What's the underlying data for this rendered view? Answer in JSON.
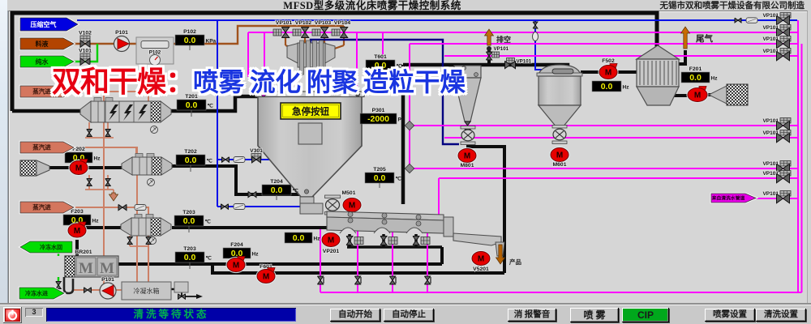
{
  "header": {
    "title": "MFSD型多级流化床喷雾干燥控制系统",
    "company": "无锡市双和喷雾干燥设备有限公司制造"
  },
  "watermark": {
    "red": "双和干燥：",
    "blue": "喷雾 流化 附聚 造粒干燥"
  },
  "streams": {
    "compressed_air": "压缩空气",
    "feed": "料液",
    "pure_water": "纯水",
    "steam": "蒸汽进",
    "chilled_water_return": "冷冻水回",
    "chilled_water_supply": "冷冻水进",
    "vent": "排空",
    "tail_gas": "尾气",
    "product": "产品",
    "cip_source": "来自清洗水管道"
  },
  "labels": {
    "estop": "急停按钮",
    "condensate_tank": "冷凝水箱"
  },
  "tags": {
    "v102": "V102",
    "v101": "V101",
    "p101_feed": "P101",
    "p102_gauge": "P102",
    "vp101": "VP101",
    "vp102": "VP102",
    "vp103": "VP103",
    "vp104": "VP104",
    "v301": "V301",
    "m501": "M501",
    "m801": "M801",
    "m601": "M601",
    "vp201": "VP201",
    "f601": "F601",
    "v5201": "V5201",
    "f502": "F502",
    "f201": "F201",
    "p101_cond": "P101",
    "br201": "BR201",
    "vp101_right": "VP101"
  },
  "displays": [
    {
      "id": "P102",
      "label": "P102",
      "value": "0.0",
      "unit": "KPa"
    },
    {
      "id": "T201",
      "label": "T201",
      "value": "0.0",
      "unit": "℃"
    },
    {
      "id": "T601",
      "label": "T601",
      "value": "0.0",
      "unit": "℃"
    },
    {
      "id": "P301",
      "label": "P301",
      "value": "-2000",
      "unit": "Pa"
    },
    {
      "id": "T204",
      "label": "T204",
      "value": "0.0",
      "unit": "℃"
    },
    {
      "id": "T205",
      "label": "T205",
      "value": "0.0",
      "unit": "℃"
    },
    {
      "id": "F202",
      "label": "F202",
      "value": "0.0",
      "unit": "Hz"
    },
    {
      "id": "T202",
      "label": "T202",
      "value": "0.0",
      "unit": "℃"
    },
    {
      "id": "F203",
      "label": "F203",
      "value": "0.0",
      "unit": "Hz"
    },
    {
      "id": "T203",
      "label": "T203",
      "value": "0.0",
      "unit": "℃"
    },
    {
      "id": "T203b",
      "label": "T203",
      "value": "0.0",
      "unit": "℃"
    },
    {
      "id": "F204",
      "label": "F204",
      "value": "0.0",
      "unit": "Hz"
    },
    {
      "id": "VP201d",
      "label": "",
      "value": "0.0",
      "unit": "Hz"
    },
    {
      "id": "F502",
      "label": "",
      "value": "0.0",
      "unit": "Hz"
    },
    {
      "id": "F201",
      "label": "F201",
      "value": "0.0",
      "unit": "Hz"
    }
  ],
  "controls": {
    "power_count": "3",
    "status": "清洗等待状态",
    "auto_start": "自动开始",
    "auto_stop": "自动停止",
    "mute_alarm": "消 报警音",
    "spray": "喷 雾",
    "cip": "CIP",
    "spray_settings": "喷雾设置",
    "clean_settings": "清洗设置"
  },
  "colors": {
    "pipe_black": "#0d0d0d",
    "air_blue": "#0010e8",
    "cip_magenta": "#ff00ff",
    "steam_salmon": "#cc8066",
    "feed_brown": "#a0521d",
    "water_green": "#00d000",
    "motor_red": "#e60000",
    "display_yellow": "#f0f000",
    "status_bg": "#0000a8",
    "status_text": "#00b050",
    "cip_button_green": "#00a81c",
    "watermark_red": "#e60012",
    "watermark_blue": "#1a35e0"
  }
}
